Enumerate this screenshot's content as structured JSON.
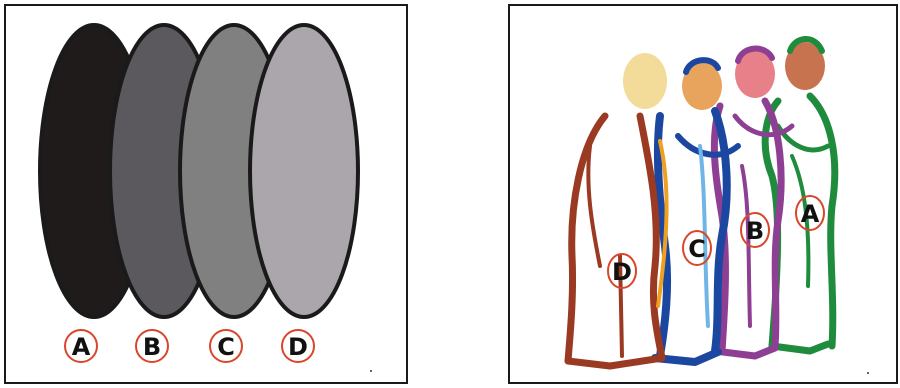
{
  "left_panel": {
    "labels": [
      "A",
      "B",
      "C",
      "D"
    ],
    "colors": {
      "A": "#1f1b1b",
      "B": "#5b595e",
      "C": "#7f807f",
      "D": "#aba6ab",
      "outline": "#1a1a1a",
      "label_ring": "#d9462b"
    }
  },
  "right_panel": {
    "labels": [
      "D",
      "C",
      "B",
      "A"
    ],
    "colors": {
      "figure_D": "#9b3a22",
      "figure_C": "#1c47a0",
      "figure_B": "#8e3f93",
      "figure_A": "#1f8b3c",
      "skin_D": "#f3dc9a",
      "skin_C": "#e8a35c",
      "skin_B": "#e8808a",
      "skin_A": "#c8734f",
      "accent_orange": "#f0a020",
      "accent_light_blue": "#6fb6e6",
      "label_ring": "#d9462b"
    }
  }
}
